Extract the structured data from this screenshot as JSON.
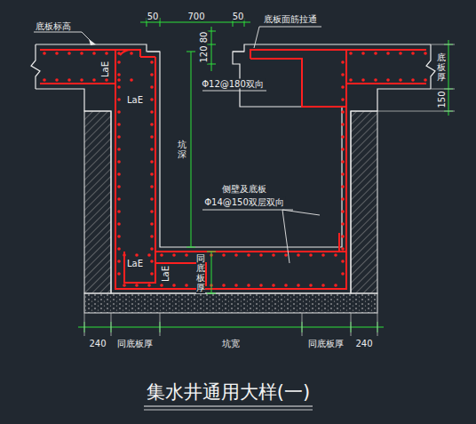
{
  "diagram": {
    "title": "集水井通用大样(一)",
    "labels": [
      "底板标高",
      "50",
      "700",
      "50",
      "底板面筋拉通",
      "80",
      "120",
      "Φ12@180双向",
      "底板厚",
      "150",
      "LaE",
      "LaE",
      "坑深",
      "侧壁及底板",
      "Φ14@150双层双向",
      "LaE",
      "LaE",
      "同底板厚",
      "240",
      "同底板厚",
      "坑宽",
      "同底板厚",
      "240"
    ]
  }
}
